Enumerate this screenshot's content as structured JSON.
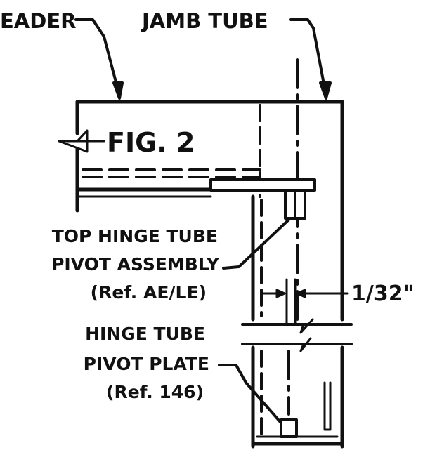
{
  "figure_ref": "FIG. 2",
  "labels": {
    "header": "EADER",
    "jamb_tube": "JAMB TUBE",
    "top_hinge_line1": "TOP HINGE TUBE",
    "top_hinge_line2": "PIVOT ASSEMBLY",
    "top_hinge_ref": "(Ref. AE/LE)",
    "dimension": "1/32\"",
    "hinge_plate_line1": "HINGE TUBE",
    "hinge_plate_line2": "PIVOT PLATE",
    "hinge_plate_ref": "(Ref. 146)"
  },
  "colors": {
    "ink": "#111111",
    "paper": "#ffffff"
  }
}
